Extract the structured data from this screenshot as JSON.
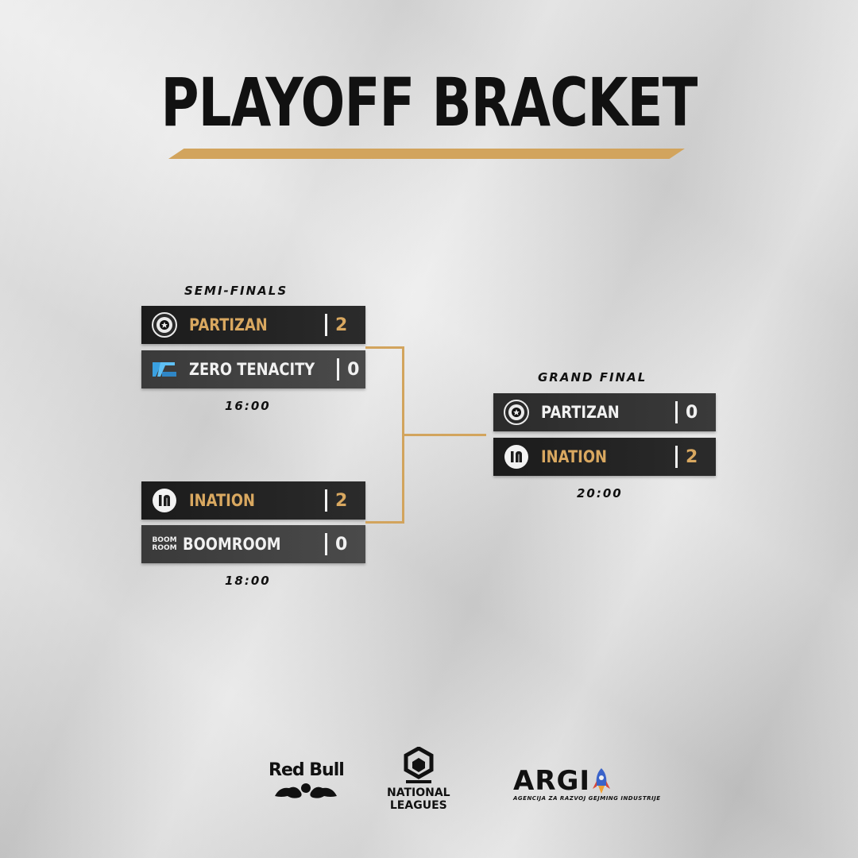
{
  "title": "PLAYOFF BRACKET",
  "colors": {
    "accent": "#d2a45d",
    "winner_text": "#d9a860",
    "box_dark": "#1f1f1f",
    "box_light": "#404040",
    "background": "#dcdcdc"
  },
  "semifinals": {
    "label": "SEMI-FINALS",
    "matches": [
      {
        "time": "16:00",
        "teams": [
          {
            "name": "PARTIZAN",
            "score": "2",
            "logo": "partizan-crest-icon",
            "winner": true
          },
          {
            "name": "ZERO TENACITY",
            "score": "0",
            "logo": "zero-tenacity-icon",
            "winner": false
          }
        ]
      },
      {
        "time": "18:00",
        "teams": [
          {
            "name": "INATION",
            "score": "2",
            "logo": "ination-icon",
            "winner": true
          },
          {
            "name": "BOOMROOM",
            "score": "0",
            "logo": "boomroom-icon",
            "winner": false
          }
        ]
      }
    ]
  },
  "grand_final": {
    "label": "GRAND FINAL",
    "time": "20:00",
    "teams": [
      {
        "name": "PARTIZAN",
        "score": "0",
        "logo": "partizan-crest-icon",
        "winner": false
      },
      {
        "name": "INATION",
        "score": "2",
        "logo": "ination-icon",
        "winner": true
      }
    ]
  },
  "logos": {
    "boomroom_mark": [
      "BOOM",
      "ROOM"
    ]
  },
  "sponsors": {
    "redbull": "Red Bull",
    "national_leagues": [
      "NATIONAL",
      "LEAGUES"
    ],
    "argi": "ARGI",
    "argi_tagline": "AGENCIJA ZA RAZVOJ GEJMING INDUSTRIJE"
  }
}
